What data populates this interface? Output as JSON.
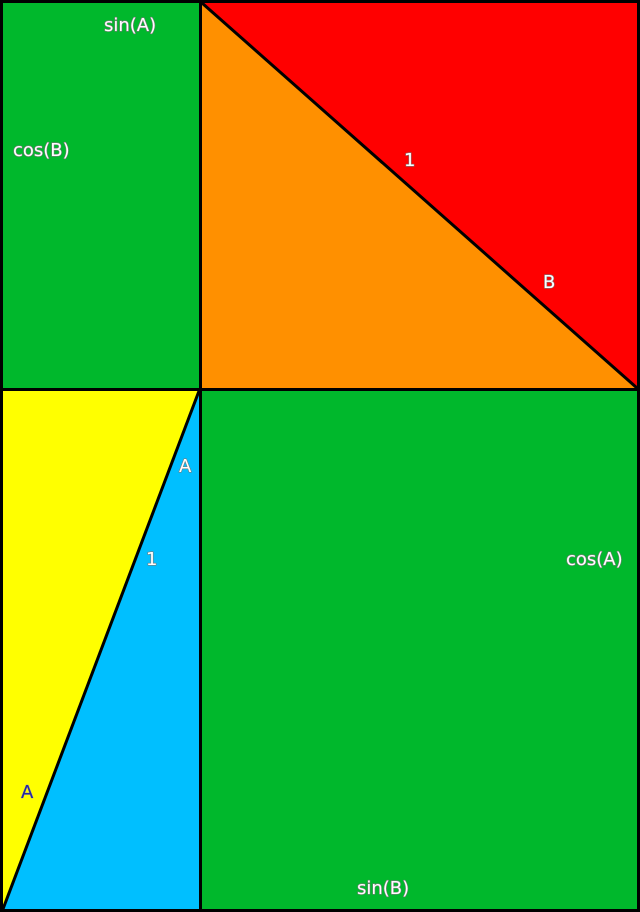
{
  "labels": {
    "sin_a": "sin(A)",
    "cos_b": "cos(B)",
    "hyp_top": "1",
    "angle_b": "B",
    "angle_a_top": "A",
    "hyp_left": "1",
    "cos_a": "cos(A)",
    "angle_a_bottom": "A",
    "sin_b": "sin(B)"
  },
  "colors": {
    "background": "#000000",
    "green": "#00b82c",
    "red": "#ff0000",
    "orange": "#ff9000",
    "yellow": "#ffff00",
    "blue": "#00bfff"
  }
}
